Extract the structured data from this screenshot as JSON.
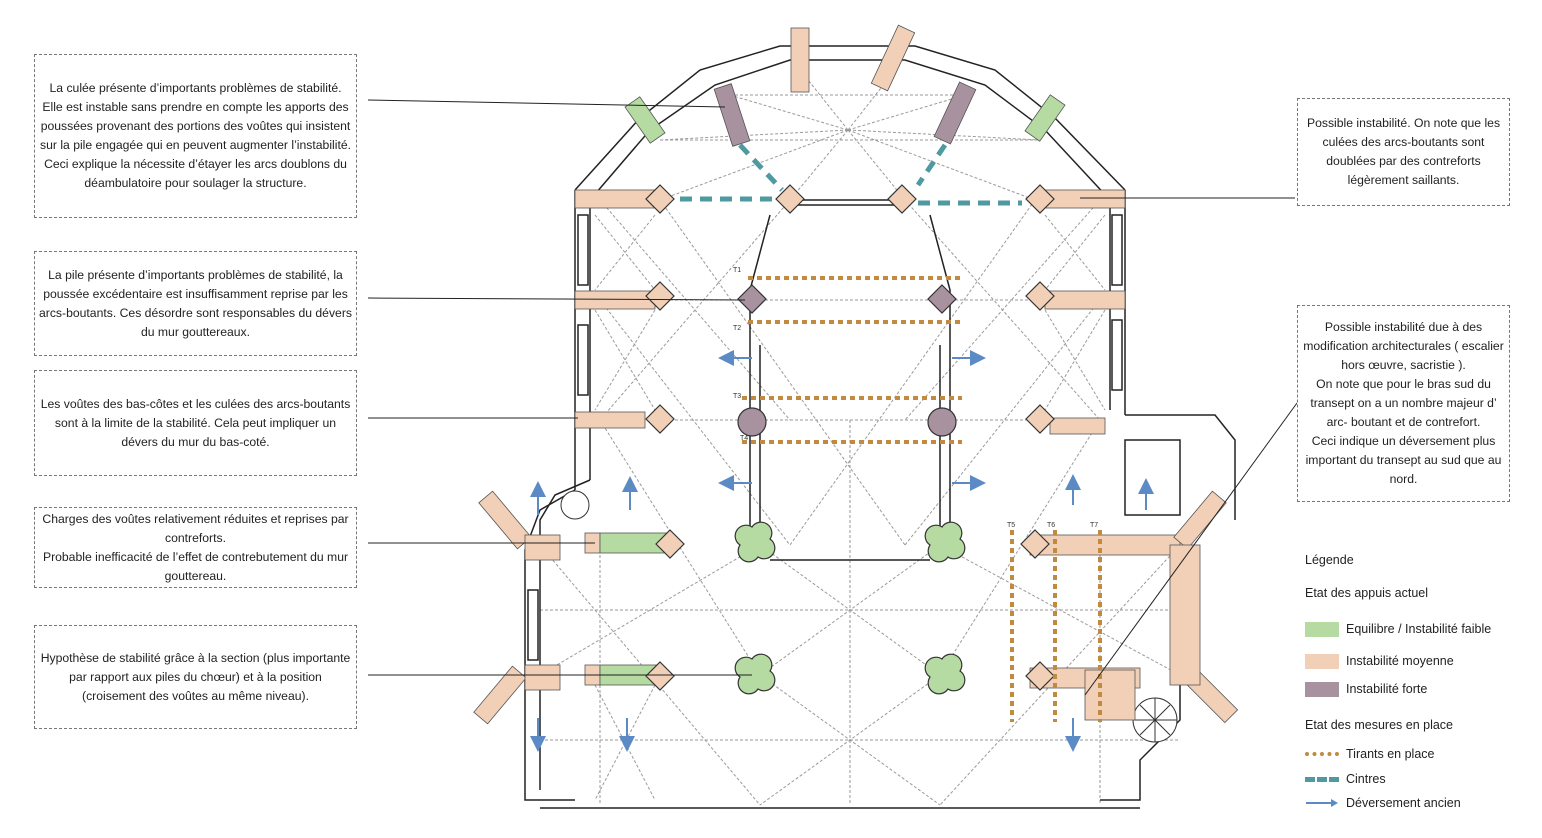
{
  "notes": {
    "n1": "La culée présente d’importants problèmes de stabilité. Elle est instable sans prendre en compte les apports des poussées provenant des portions des voûtes qui insistent sur la pile engagée qui en peuvent augmenter l’instabilité. Ceci explique la nécessite d’étayer les arcs doublons du déambulatoire pour soulager la structure.",
    "n2": "La pile présente d’importants problèmes de stabilité, la poussée excédentaire est insuffisamment reprise par les arcs-boutants. Ces désordre sont responsables du dévers du mur gouttereaux.",
    "n3": "Les voûtes des bas-côtes et les culées des arcs-boutants sont à la limite de la stabilité. Cela peut impliquer un dévers du mur du bas-coté.",
    "n4": "Charges des voûtes relativement réduites et reprises par contreforts.\nProbable inefficacité de l’effet de contrebutement du mur gouttereau.",
    "n5": "Hypothèse de stabilité grâce à la section (plus importante par rapport aux piles du chœur) et à la position (croisement des voûtes au même niveau).",
    "n6": "Possible instabilité. On note que les culées des arcs-boutants sont doublées par des contreforts légèrement saillants.",
    "n7": "Possible instabilité due à des modification architecturales ( escalier hors œuvre, sacristie ).\nOn note que pour le bras sud du transept on a un nombre majeur d’ arc- boutant et de contrefort.\nCeci indique un déversement plus important du transept au sud que au nord."
  },
  "legend": {
    "title": "Légende",
    "section1": "Etat des appuis actuel",
    "items1": [
      {
        "label": "Equilibre / Instabilité faible",
        "color": "#b5dba3"
      },
      {
        "label": "Instabilité moyenne",
        "color": "#f2d0b7"
      },
      {
        "label": "Instabilité forte",
        "color": "#a8929f"
      }
    ],
    "section2": "Etat des mesures en place",
    "items2": [
      {
        "label": "Tirants en place",
        "color": "#c08a40",
        "style": "dotted"
      },
      {
        "label": "Cintres",
        "color": "#4e9aa0",
        "style": "dashed"
      },
      {
        "label": "Déversement ancien",
        "color": "#5b8ac4",
        "style": "arrow"
      }
    ]
  },
  "tie_labels": [
    "T1",
    "T2",
    "T3",
    "T4",
    "T5",
    "T6",
    "T7"
  ],
  "colors": {
    "green": "#b5dba3",
    "peach": "#f2d0b7",
    "mauve": "#a8929f",
    "tirant": "#c08a40",
    "cintre": "#4e9aa0",
    "arrow": "#5b8ac4"
  }
}
